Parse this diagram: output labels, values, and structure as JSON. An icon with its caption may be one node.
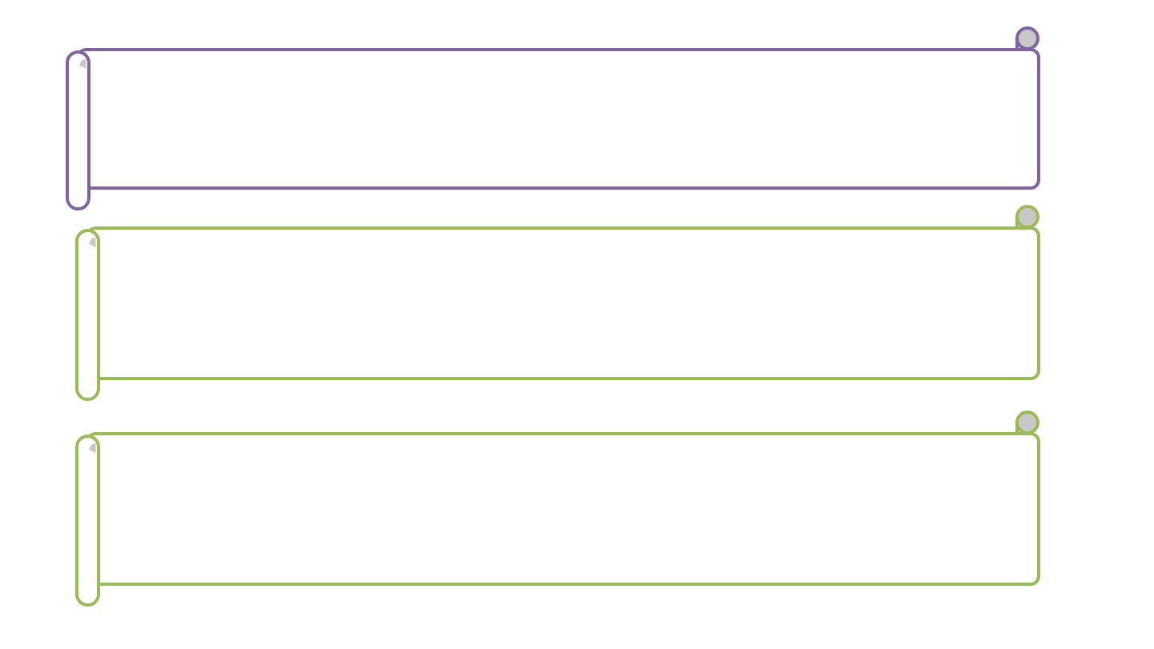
{
  "diagram": {
    "nodes": [
      {
        "text": [],
        "shape": "scroll"
      },
      {
        "text": [],
        "shape": "scroll"
      },
      {
        "text": [],
        "shape": "scroll"
      }
    ]
  }
}
